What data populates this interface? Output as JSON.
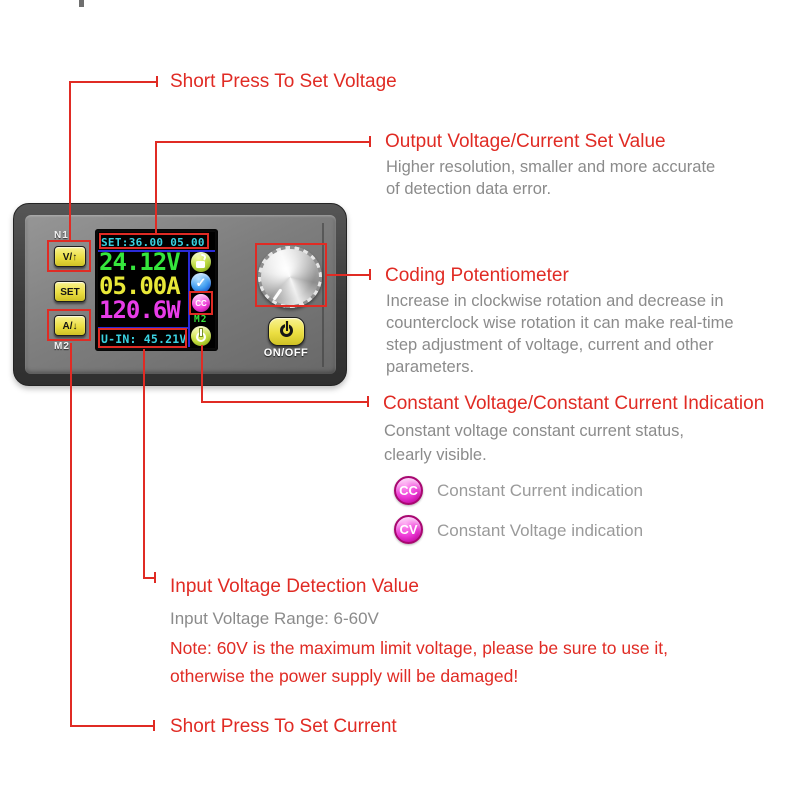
{
  "colors": {
    "red": "#e02b24",
    "gray_text": "#8b8b8b",
    "legend_text": "#9a9a9a",
    "lcd_cyan": "#3ad2e2",
    "lcd_green": "#35e63c",
    "lcd_yellow": "#e8e838",
    "lcd_magenta": "#e83ce8",
    "button_yellow": "#ece032"
  },
  "annotations": {
    "top": {
      "label": "Short Press To Set Voltage"
    },
    "output_set": {
      "title": "Output Voltage/Current Set Value",
      "lines": [
        "Higher resolution, smaller and more accurate",
        "of detection data error."
      ]
    },
    "potentiometer": {
      "title": "Coding Potentiometer",
      "lines": [
        "Increase in clockwise rotation and decrease in",
        "counterclock wise rotation it can make real-time",
        "step adjustment of voltage, current and other",
        "parameters."
      ]
    },
    "cvcc": {
      "title": "Constant Voltage/Constant Current Indication",
      "lines": [
        "Constant voltage constant current status,",
        "clearly visible."
      ],
      "legend": [
        {
          "badge": "CC",
          "label": "Constant Current indication"
        },
        {
          "badge": "CV",
          "label": "Constant Voltage indication"
        }
      ]
    },
    "input_voltage": {
      "title": "Input Voltage Detection Value",
      "range_line": "Input Voltage Range: 6-60V",
      "note_lines": [
        "Note: 60V is the maximum limit voltage, please be sure to use it,",
        "otherwise the power supply will be damaged!"
      ]
    },
    "bottom": {
      "label": "Short Press To Set Current"
    }
  },
  "device": {
    "silkscreen": {
      "top_key": "N1",
      "bottom_key": "M2"
    },
    "buttons": {
      "v_up": "V/↑",
      "set": "SET",
      "a_down": "A/↓",
      "onoff": "ON/OFF"
    },
    "lcd": {
      "set_row": "SET:36.00 05.00",
      "voltage": "24.12V",
      "current": "05.00A",
      "power": "120.6W",
      "u_in": "U-IN: 45.21V",
      "mode": "M2",
      "cc_icon_text": "CC",
      "check_glyph": "✓",
      "icons": [
        "unlock-icon",
        "check-icon",
        "cc-icon",
        "power-icon"
      ]
    }
  }
}
